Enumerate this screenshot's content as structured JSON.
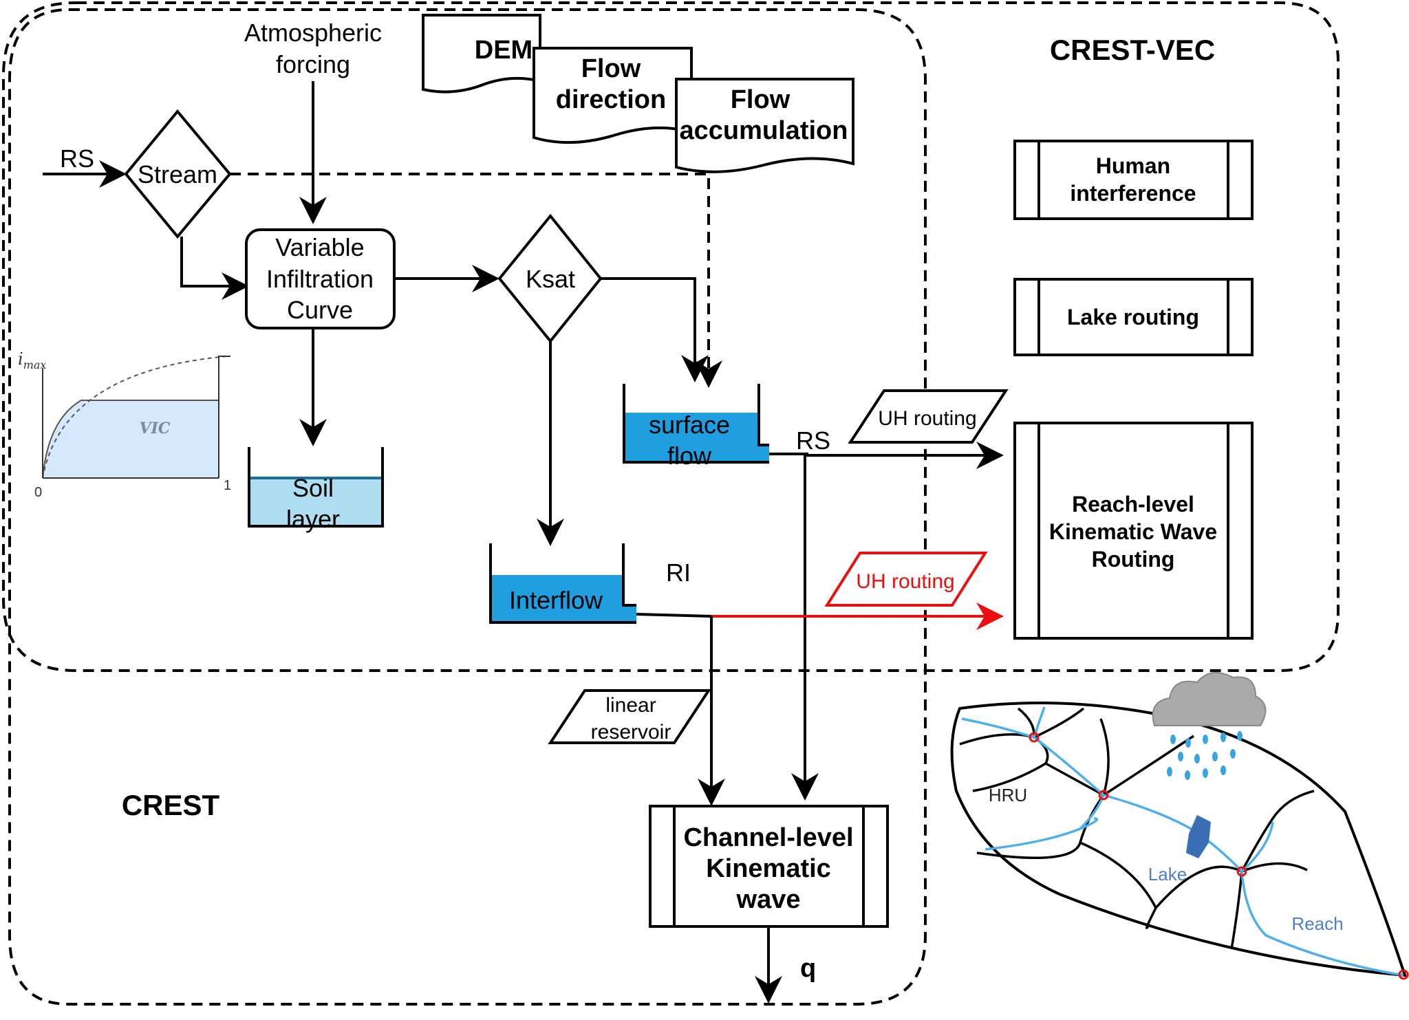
{
  "titles": {
    "crest_vec": "CREST-VEC",
    "crest": "CREST"
  },
  "inputs": {
    "atmospheric_line1": "Atmospheric",
    "atmospheric_line2": "forcing",
    "dem": "DEM",
    "flow_direction_line1": "Flow",
    "flow_direction_line2": "direction",
    "flow_accumulation_line1": "Flow",
    "flow_accumulation_line2": "accumulation"
  },
  "nodes": {
    "rs_input": "RS",
    "stream": "Stream",
    "vic_line1": "Variable",
    "vic_line2": "Infiltration",
    "vic_line3": "Curve",
    "ksat": "Ksat",
    "soil_line1": "Soil",
    "soil_line2": "layer",
    "surface_line1": "surface",
    "surface_line2": "flow",
    "interflow": "Interflow",
    "rs_label": "RS",
    "ri_label": "RI",
    "linear_line1": "linear",
    "linear_line2": "reservoir",
    "uh_routing_1": "UH routing",
    "uh_routing_2": "UH routing",
    "channel_line1": "Channel-level",
    "channel_line2": "Kinematic",
    "channel_line3": "wave",
    "q": "q"
  },
  "vec_modules": {
    "human_line1": "Human",
    "human_line2": "interference",
    "lake_routing": "Lake routing",
    "reach_line1": "Reach-level",
    "reach_line2": "Kinematic Wave",
    "reach_line3": "Routing"
  },
  "vic_plot": {
    "y_label": "i",
    "y_label_sub": "max",
    "area_label": "VIC",
    "x_min": "0",
    "x_max": "1"
  },
  "watershed": {
    "hru": "HRU",
    "lake": "Lake",
    "reach": "Reach"
  },
  "colors": {
    "water_blue": "#1f9ee0",
    "soil_blue": "#aedcf0",
    "vic_fill": "#d6e8fb",
    "red": "#e81010",
    "river_blue": "#4fb0e8"
  }
}
